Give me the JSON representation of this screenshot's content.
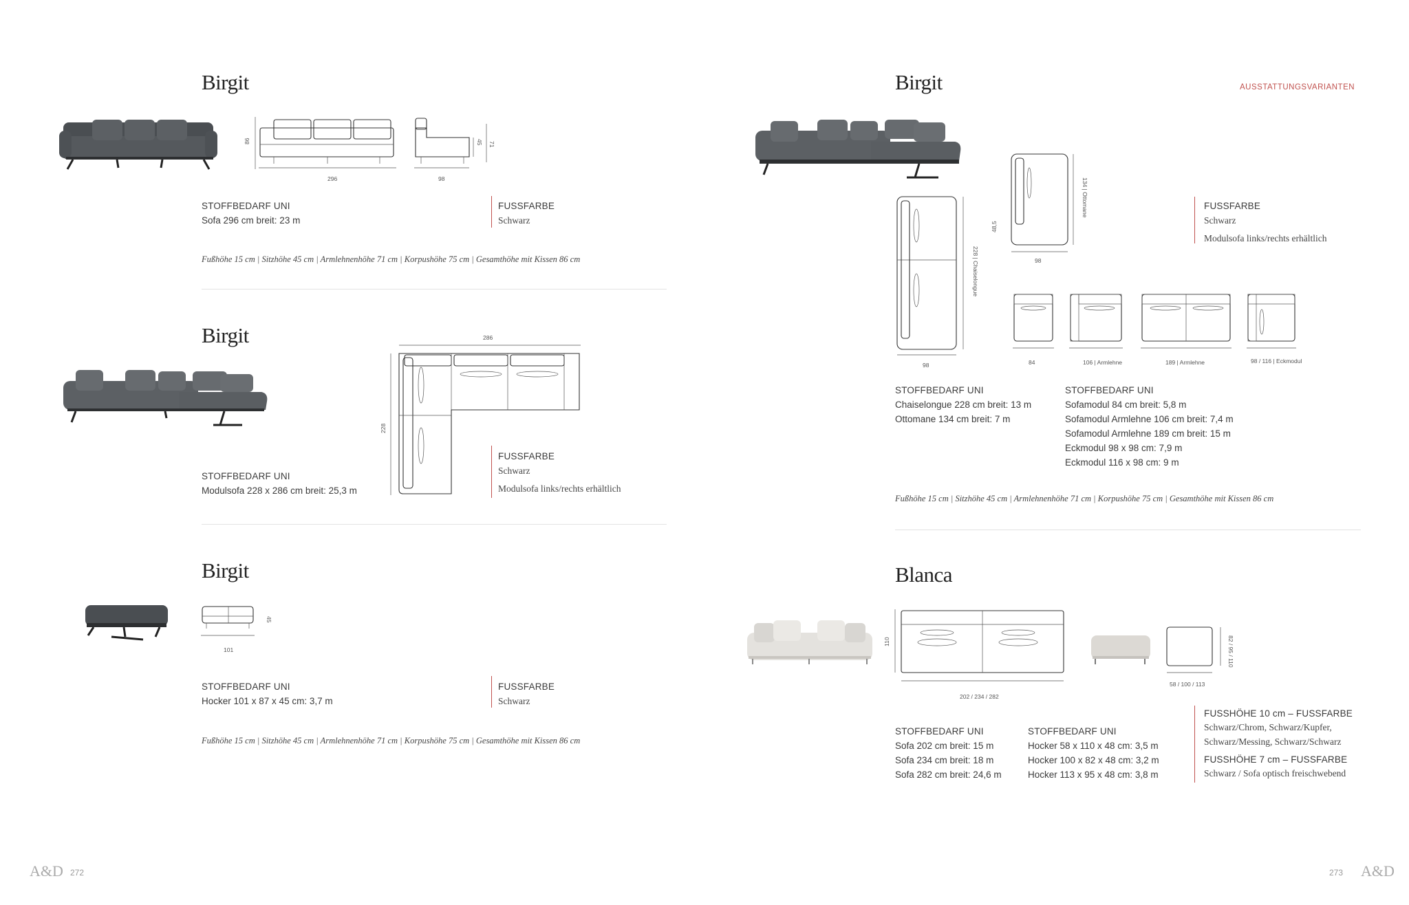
{
  "left": {
    "s1": {
      "title": "Birgit",
      "dims": {
        "height": "86",
        "width": "296",
        "depth": "98",
        "seat": "45",
        "arm": "71"
      },
      "fabric_label": "STOFFBEDARF UNI",
      "fabric_lines": [
        "Sofa 296 cm breit: 23 m"
      ],
      "foot_label": "FUSSFARBE",
      "foot_value": "Schwarz",
      "specs": "Fußhöhe 15 cm | Sitzhöhe 45 cm | Armlehnenhöhe 71 cm | Korpushöhe 75 cm | Gesamthöhe mit Kissen 86 cm"
    },
    "s2": {
      "title": "Birgit",
      "dims": {
        "width": "286",
        "depth": "228"
      },
      "fabric_label": "STOFFBEDARF UNI",
      "fabric_lines": [
        "Modulsofa 228 x 286 cm breit: 25,3 m"
      ],
      "foot_label": "FUSSFARBE",
      "foot_value": "Schwarz",
      "foot_note": "Modulsofa links/rechts erhältlich"
    },
    "s3": {
      "title": "Birgit",
      "dims": {
        "width": "101",
        "height": "45"
      },
      "fabric_label": "STOFFBEDARF UNI",
      "fabric_lines": [
        "Hocker 101 x 87 x 45 cm: 3,7 m"
      ],
      "foot_label": "FUSSFARBE",
      "foot_value": "Schwarz",
      "specs": "Fußhöhe 15 cm | Sitzhöhe 45 cm | Armlehnenhöhe 71 cm | Korpushöhe 75 cm | Gesamthöhe mit Kissen 86 cm"
    },
    "logo": "A&D",
    "page_number": "272"
  },
  "right": {
    "section_tag": "AUSSTATTUNGSVARIANTEN",
    "s1": {
      "title": "Birgit",
      "dims": {
        "ottomane_len": "134 | Ottomane",
        "ottomane_width": "98",
        "ottomane_height": "48,5",
        "chaise_len": "228 | Chaiselongue",
        "chaise_width": "98",
        "m1": "84",
        "m2": "106 | Armlehne",
        "m3": "189 | Armlehne",
        "m4": "98 / 116 | Eckmodul"
      },
      "foot_label": "FUSSFARBE",
      "foot_value": "Schwarz",
      "foot_note": "Modulsofa links/rechts erhältlich",
      "fabric_label_a": "STOFFBEDARF UNI",
      "fabric_lines_a": [
        "Chaiselongue 228 cm breit: 13 m",
        "Ottomane 134 cm breit: 7 m"
      ],
      "fabric_label_b": "STOFFBEDARF UNI",
      "fabric_lines_b": [
        "Sofamodul 84 cm breit: 5,8 m",
        "Sofamodul Armlehne 106 cm breit: 7,4 m",
        "Sofamodul Armlehne 189 cm breit: 15 m",
        "Eckmodul 98 x 98 cm: 7,9 m",
        "Eckmodul 116 x 98 cm: 9 m"
      ],
      "specs": "Fußhöhe 15 cm | Sitzhöhe 45 cm | Armlehnenhöhe 71 cm | Korpushöhe 75 cm | Gesamthöhe mit Kissen 86 cm"
    },
    "s2": {
      "title": "Blanca",
      "dims": {
        "sofa_depth": "110",
        "sofa_width": "202 / 234 / 282",
        "hocker_w": "58 / 100 / 113",
        "hocker_d": "82 / 95 / 110"
      },
      "fabric_label_a": "STOFFBEDARF UNI",
      "fabric_lines_a": [
        "Sofa 202 cm breit: 15 m",
        "Sofa 234 cm breit: 18 m",
        "Sofa 282 cm breit: 24,6 m"
      ],
      "fabric_label_b": "STOFFBEDARF UNI",
      "fabric_lines_b": [
        "Hocker 58 x 110 x 48 cm: 3,5 m",
        "Hocker 100 x 82 x 48 cm: 3,2 m",
        "Hocker 113 x 95 x 48 cm: 3,8 m"
      ],
      "foot_label_1": "FUSSHÖHE 10 cm – FUSSFARBE",
      "foot_values_1": [
        "Schwarz/Chrom, Schwarz/Kupfer,",
        "Schwarz/Messing, Schwarz/Schwarz"
      ],
      "foot_label_2": "FUSSHÖHE 7 cm – FUSSFARBE",
      "foot_value_2": "Schwarz / Sofa optisch freischwebend"
    },
    "logo": "A&D",
    "page_number": "273"
  }
}
